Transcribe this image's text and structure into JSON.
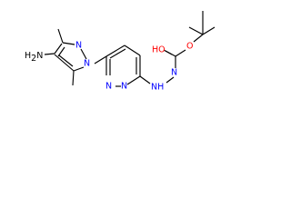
{
  "molecule": {
    "atoms": {
      "amino_group": {
        "main": "H",
        "sub": "2",
        "tail": "N"
      },
      "pyrazole_n1": "N",
      "pyrazole_n2": "N",
      "pyridazine_n1": "N",
      "pyridazine_n2": "N",
      "hydroxyl": "HO",
      "ether_oxygen": "O",
      "hydrazine_nh": "NH",
      "hydrazine_n": "N"
    },
    "colors": {
      "carbon_bonds": "#000000",
      "nitrogen": "#0000ff",
      "oxygen": "#ff0000"
    }
  }
}
